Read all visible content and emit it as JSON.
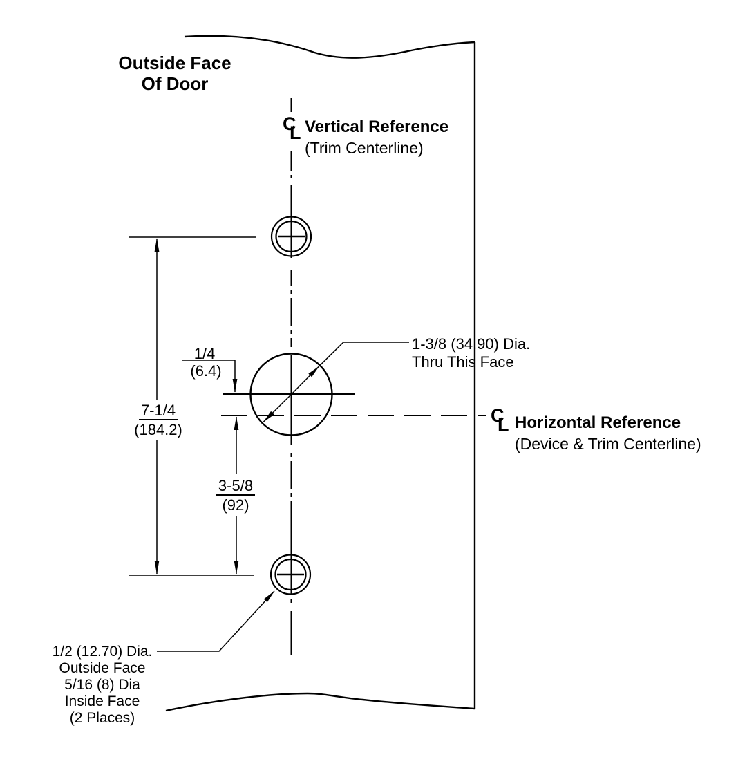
{
  "colors": {
    "line": "#000000",
    "background": "#ffffff"
  },
  "labels": {
    "outside_face_line1": "Outside Face",
    "outside_face_line2": "Of Door",
    "centerline_c": "C",
    "centerline_l": "L",
    "vertical_reference_title": "Vertical Reference",
    "vertical_reference_subtitle": "(Trim Centerline)",
    "horizontal_reference_title": "Horizontal Reference",
    "horizontal_reference_subtitle": "(Device & Trim Centerline)"
  },
  "dimensions": {
    "overall_vertical": {
      "value": "7-1/4",
      "metric": "(184.2)"
    },
    "center_offset": {
      "value": "1/4",
      "metric": "(6.4)"
    },
    "lower_hole_spacing": {
      "value": "3-5/8",
      "metric": "(92)"
    }
  },
  "callouts": {
    "device_hole_line1": "1-3/8 (34.90) Dia.",
    "device_hole_line2": "Thru This Face",
    "mounting_hole_lines": [
      "1/2 (12.70) Dia.",
      "Outside Face",
      "5/16 (8) Dia",
      "Inside Face",
      "(2 Places)"
    ]
  }
}
